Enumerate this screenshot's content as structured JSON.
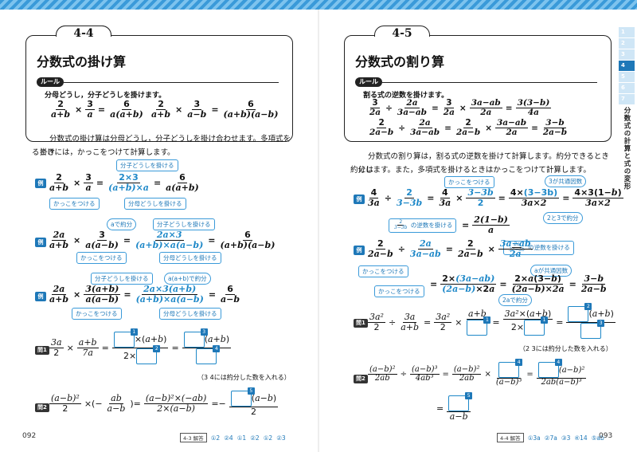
{
  "left": {
    "section_number": "4-4",
    "section_title": "分数式の掛け算",
    "rule_label": "ルール",
    "rule_text": "分母どうし，分子どうしを掛けます。",
    "paragraph": [
      "分数式の掛け算は分母どうし，分子どうしを掛け合わせます。多項式を掛け",
      "るときには，かっこをつけて計算します。"
    ],
    "callouts": {
      "bunshi": "分子どうしを掛ける",
      "kakko": "かっこをつける",
      "bunbo": "分母どうしを掛ける",
      "a_yaku": "aで約分",
      "apb_yaku": "a(a+b)で約分"
    },
    "example_badge": "例",
    "problem1_badge": "問1",
    "problem2_badge": "問2",
    "note": "（3 4には約分した数を入れる）",
    "page_number": "092",
    "answer_tag": "4-3 解答",
    "answers": [
      "①2",
      "②4",
      "①1",
      "②2",
      "①2",
      "②3"
    ]
  },
  "right": {
    "section_number": "4-5",
    "section_title": "分数式の割り算",
    "rule_label": "ルール",
    "rule_text": "割る式の逆数を掛けます。",
    "paragraph": [
      "分数式の割り算は，割る式の逆数を掛けて計算します。約分できるときには",
      "約分します。また，多項式を掛けるときはかっこをつけて計算します。"
    ],
    "callouts": {
      "kakko": "かっこをつける",
      "three_common": "3が共通因数",
      "two_three_yaku": "2と3で約分",
      "gyakusuu1": "の逆数を掛ける",
      "gyakusuu2": "の逆数を掛ける",
      "a_common": "aが共通因数",
      "two_yaku": "2aで約分"
    },
    "note": "（2 3には約分した数を入れる）",
    "page_number": "093",
    "answer_tag": "4-4 解答",
    "answers": [
      "①3a",
      "②7a",
      "③3",
      "④14",
      "⑤ab"
    ]
  },
  "sidebar": {
    "tabs": [
      "1",
      "2",
      "3",
      "4",
      "5",
      "6",
      "7"
    ],
    "active_tab": "4",
    "chapter_label": "分数式の計算と式の変形"
  },
  "colors": {
    "accent": "#1e78b8",
    "stripe": "#3a9ad9"
  }
}
